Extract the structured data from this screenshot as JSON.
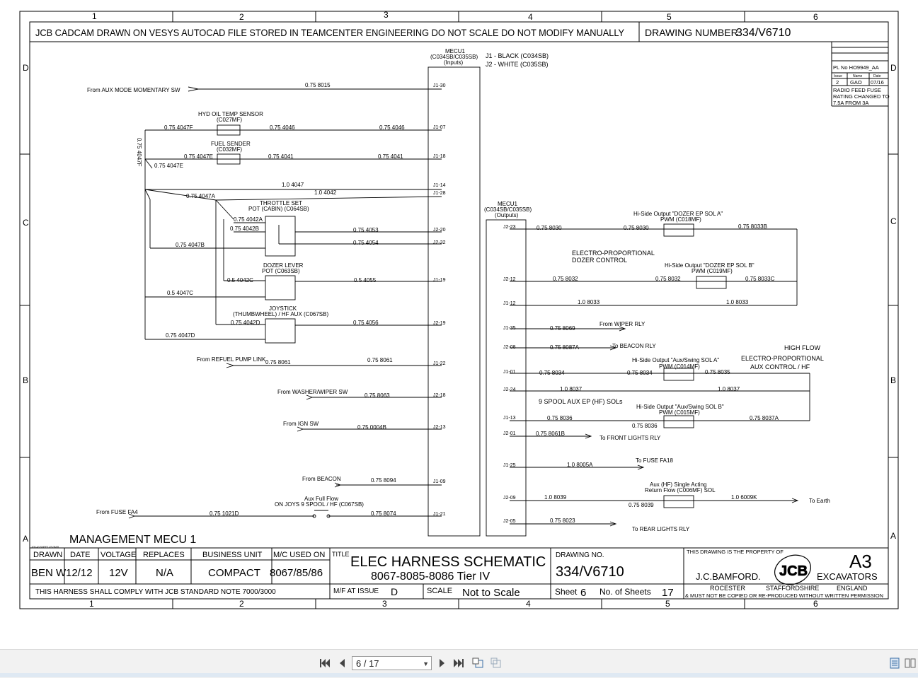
{
  "sheet": {
    "col_labels": [
      "1",
      "2",
      "3",
      "4",
      "5",
      "6"
    ],
    "row_labels": [
      "D",
      "C",
      "B",
      "A"
    ],
    "header_notice": "JCB CADCAM DRAWN ON VESYS  AUTOCAD FILE STORED IN TEAMCENTER ENGINEERING DO NOT SCALE  DO NOT MODIFY MANUALLY",
    "header_drawing_label": "DRAWING NUMBER",
    "header_drawing_number": "334/V6710",
    "rev_box": {
      "pl_no": "PL No HO9949_AA",
      "issue": "Issue",
      "name": "Name",
      "date": "Date",
      "issue_val": "2",
      "name_val": "GAO",
      "date_val": "07/16",
      "note1": "RADIO FEED FUSE",
      "note2": "RATING CHANGED TO",
      "note3": "7.5A FROM 3A"
    },
    "management": "MANAGEMENT MECU 1",
    "tb_small_ref": "JCB A3 SHEET V3 05/05"
  },
  "title_block": {
    "drawn_hdr": "DRAWN",
    "date_hdr": "DATE",
    "voltage_hdr": "VOLTAGE",
    "replaces_hdr": "REPLACES",
    "bu_hdr": "BUSINESS UNIT",
    "mc_hdr": "M/C USED ON",
    "title_hdr": "TITLE",
    "drawn": "BEN W",
    "date": "12/12",
    "voltage": "12V",
    "replaces": "N/A",
    "business_unit": "COMPACT",
    "mc_used_on": "8067/85/86",
    "title_line1": "ELEC HARNESS SCHEMATIC",
    "title_line2": "8067-8085-8086 Tier IV",
    "drawing_no_hdr": "DRAWING NO.",
    "drawing_no": "334/V6710",
    "property": "THIS DRAWING IS THE PROPERTY OF",
    "company": "J.C.BAMFORD.",
    "city": "ROCESTER",
    "county": "STAFFORDSHIRE",
    "country": "ENGLAND",
    "copy_note": "& MUST NOT BE COPIED OR RE-PRODUCED WITHOUT WRITTEN PERMISSION",
    "size": "A3",
    "product": "EXCAVATORS",
    "logo_text": "JCB",
    "comply": "THIS HARNESS SHALL COMPLY WITH JCB STANDARD NOTE 7000/3000",
    "mf_label": "M/F AT ISSUE",
    "mf_val": "D",
    "scale_label": "SCALE",
    "scale_val": "Not to Scale",
    "sheet_label": "Sheet",
    "sheet_val": "6",
    "nsheets_label": "No. of Sheets",
    "nsheets_val": "17"
  },
  "schematic": {
    "mecu_in_title": "MECU1",
    "mecu_in_sub": "(C034SB/C035SB)",
    "mecu_in_sub2": "(Inputs)",
    "j1_note": "J1 - BLACK (C034SB)",
    "j2_note": "J2 - WHITE (C035SB)",
    "mecu_out_title": "MECU1",
    "mecu_out_sub": "(C034SB/C035SB)",
    "mecu_out_sub2": "(Outputs)",
    "aux_mode": "From AUX MODE MOMENTARY SW",
    "hyd_temp": "HYD OIL TEMP SENSOR",
    "hyd_temp_code": "(C027MF)",
    "fuel_sender": "FUEL SENDER",
    "fuel_code": "(C032MF)",
    "throttle": "THROTTLE SET",
    "throttle2": "POT (CABIN) (C064SB)",
    "dozer_lever": "DOZER LEVER",
    "dozer_lever2": "POT (C063SB)",
    "joystick": "JOYSTICK",
    "joystick2": "(THUMBWHEEL) / HF AUX (C067SB)",
    "refuel": "From REFUEL PUMP LINK",
    "washer": "From WASHER/WIPER SW",
    "ign": "From IGN SW",
    "beacon_in": "From BEACON",
    "aux_full_flow": "Aux Full Flow",
    "aux_full_flow2": "ON JOYS 9 SPOOL / HF (C067SB)",
    "fuse_fa4": "From FUSE FA4",
    "dozer_sol_a": "Hi-Side Output \"DOZER EP SOL A\"",
    "dozer_sol_a2": "PWM (C018MF)",
    "ep_dozer": "ELECTRO-PROPORTIONAL",
    "ep_dozer2": "DOZER CONTROL",
    "dozer_sol_b": "Hi-Side Output \"DOZER EP SOL B\"",
    "dozer_sol_b2": "PWM (C019MF)",
    "wiper_rly": "From WIPER RLY",
    "beacon_rly": "To BEACON RLY",
    "aux_sol_a": "Hi-Side Output \"Aux/Swing SOL A\"",
    "aux_sol_a2": "PWM (C014MF)",
    "high_flow": "HIGH FLOW",
    "ep_aux": "ELECTRO-PROPORTIONAL",
    "ep_aux2": "AUX CONTROL / HF",
    "nine_spool": "9 SPOOL AUX EP (HF) SOLs",
    "aux_sol_b": "Hi-Side Output \"Aux/Swing SOL B\"",
    "aux_sol_b2": "PWM (C015MF)",
    "front_lights": "To FRONT LIGHTS RLY",
    "fuse_fa18": "To FUSE FA18",
    "return_flow": "Aux (HF) Single Acting",
    "return_flow2": "Return Flow (C006MF) SOL",
    "to_earth": "To Earth",
    "rear_lights": "To REAR LIGHTS RLY",
    "wires": {
      "w8015": "0.75 8015",
      "w4047f": "0.75 4047F",
      "w4046a": "0.75 4046",
      "w4046b": "0.75 4046",
      "w4047e": "0.75 4047E",
      "w4047e2": "0.75 4047E",
      "w4041a": "0.75 4041",
      "w4041b": "0.75 4041",
      "w4047v": "0.75 4047F",
      "w4047": "1.0 4047",
      "w4042": "1.0 4042",
      "w4047a": "0.75 4047A",
      "w4042a": "0.75 4042A",
      "w4042b": "0.75 4042B",
      "w4053": "0.75 4053",
      "w4054": "0.75 4054",
      "w4047b": "0.75 4047B",
      "w4042c": "0.5 4042C",
      "w4055": "0.5 4055",
      "w4047c": "0.5 4047C",
      "w4042d": "0.75 4042D",
      "w4056": "0.75 4056",
      "w4047d": "0.75 4047D",
      "w8061a": "0.75 8061",
      "w8061b": "0.75 8061",
      "w8063": "0.75 8063",
      "w0004b": "0.75 0004B",
      "w8094": "0.75 8094",
      "w1021d": "0.75 1021D",
      "w8074": "0.75 8074",
      "w8030a": "0.75 8030",
      "w8030b": "0.75 8030",
      "w8033b": "0.75 8033B",
      "w8032a": "0.75 8032",
      "w8032b": "0.75 8032",
      "w8033c": "0.75 8033C",
      "w8033a": "1.0 8033",
      "w8033d": "1.0 8033",
      "w8069": "0.75 8069",
      "w8087a": "0.75 8087A",
      "w8034a": "0.75 8034",
      "w8034b": "0.75 8034",
      "w8035": "0.75 8035",
      "w8037a": "1.0 8037",
      "w8037b": "1.0 8037",
      "w8036a": "0.75 8036",
      "w8036b": "0.75 8036",
      "w8037c": "0.75 8037A",
      "w8061bb": "0.75 8061B",
      "w8005a": "1.0 8005A",
      "w8039a": "1.0 8039",
      "w8039b": "0.75 8039",
      "w6009k": "1.0 6009K",
      "w8023": "0.75 8023"
    },
    "pins_in": [
      "J1-30",
      "J1-07",
      "J1-18",
      "J1-14",
      "J1-28",
      "J2-20",
      "J2-32",
      "J1-19",
      "J2-19",
      "J1-22",
      "J2-18",
      "J2-13",
      "J1-09",
      "J1-21"
    ],
    "pins_out": [
      "J2-23",
      "J2-12",
      "J1-12",
      "J1-35",
      "J2-08",
      "J1-01",
      "J2-24",
      "J1-13",
      "J2-01",
      "J1-25",
      "J2-09",
      "J2-05"
    ]
  },
  "toolbar": {
    "page_value": "6 / 17",
    "first_icon": "first-page-icon",
    "prev_icon": "previous-page-icon",
    "next_icon": "next-page-icon",
    "last_icon": "last-page-icon"
  }
}
